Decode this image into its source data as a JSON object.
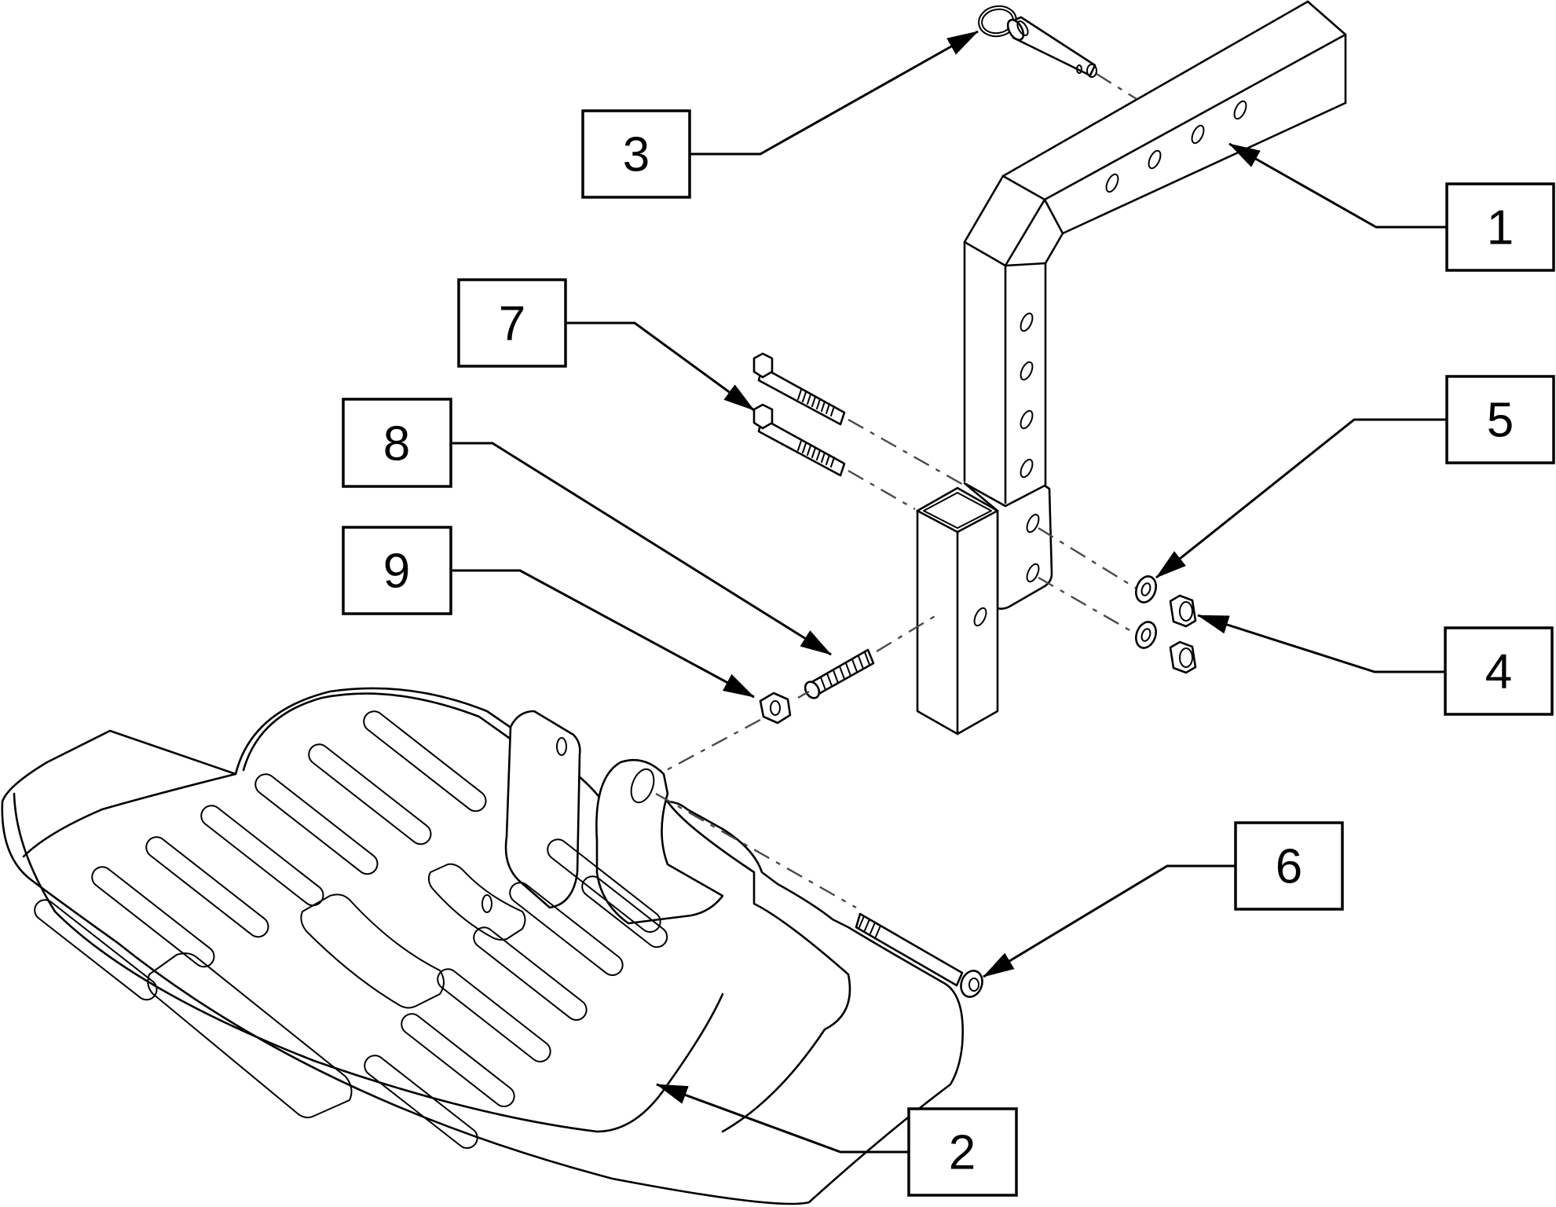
{
  "diagram": {
    "title": "Exploded parts view: footrest hanger assembly",
    "callouts": [
      {
        "id": "1",
        "label": "1",
        "part": "hanger-tube"
      },
      {
        "id": "2",
        "label": "2",
        "part": "footplate"
      },
      {
        "id": "3",
        "label": "3",
        "part": "quick-release-pin"
      },
      {
        "id": "4",
        "label": "4",
        "part": "lock-nut"
      },
      {
        "id": "5",
        "label": "5",
        "part": "washer"
      },
      {
        "id": "6",
        "label": "6",
        "part": "socket-head-cap-screw"
      },
      {
        "id": "7",
        "label": "7",
        "part": "hex-bolt"
      },
      {
        "id": "8",
        "label": "8",
        "part": "set-screw"
      },
      {
        "id": "9",
        "label": "9",
        "part": "hex-nut"
      }
    ],
    "line_color": "#000000",
    "background": "#ffffff"
  }
}
